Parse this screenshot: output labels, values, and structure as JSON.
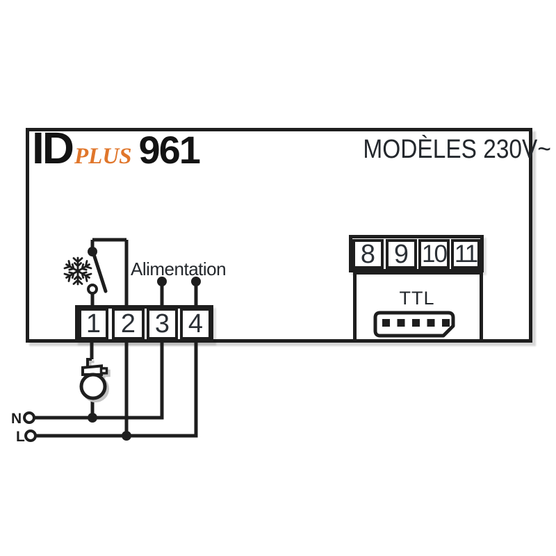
{
  "logo": {
    "id": "ID",
    "plus": "PLUS",
    "model": "961"
  },
  "header_right": {
    "text": "MODÈLES 230V~"
  },
  "left_block": {
    "terminals": [
      "1",
      "2",
      "3",
      "4"
    ]
  },
  "right_block": {
    "terminals": [
      "8",
      "9",
      "10",
      "11"
    ],
    "ttl_label": "TTL"
  },
  "labels": {
    "power": "Alimentation",
    "neutral": "N",
    "line": "L"
  },
  "icons": {
    "snowflake": "snowflake-icon",
    "relay_switch": "relay-switch-icon",
    "compressor": "compressor-icon",
    "ttl_connector": "ttl-connector-icon"
  },
  "colors": {
    "ink": "#1e1e1e",
    "logo_orange": "#e0762b",
    "text": "#23272c",
    "shadow": "#c4c4c4"
  }
}
